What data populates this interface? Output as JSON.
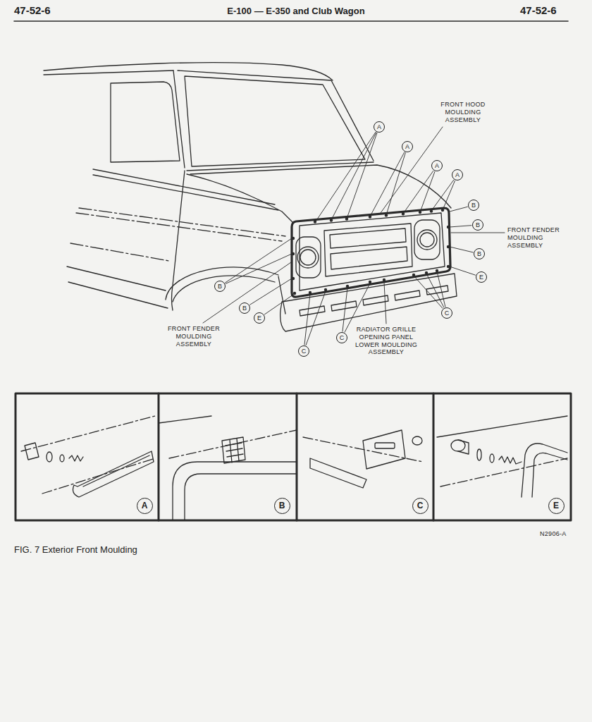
{
  "diagram": {
    "title": "E-100 — E-350 and Club Wagon",
    "caption": "FIG. 7 Exterior Front Moulding",
    "nodes": [
      {
        "text": [
          "A"
        ]
      },
      {
        "text": [
          "A"
        ]
      },
      {
        "text": [
          "A"
        ]
      },
      {
        "text": [
          "A"
        ]
      },
      {
        "text": [
          "B"
        ]
      },
      {
        "text": [
          "B"
        ]
      },
      {
        "text": [
          "B"
        ]
      },
      {
        "text": [
          "E"
        ]
      },
      {
        "text": [
          "B"
        ]
      },
      {
        "text": [
          "B"
        ]
      },
      {
        "text": [
          "C"
        ]
      },
      {
        "text": [
          "E"
        ]
      },
      {
        "text": [
          "C"
        ]
      },
      {
        "text": [
          "C"
        ]
      },
      {
        "text": [
          "A"
        ]
      },
      {
        "text": [
          "B"
        ]
      },
      {
        "text": [
          "C"
        ]
      },
      {
        "text": [
          "E"
        ]
      }
    ],
    "labels": [
      "47-52-6",
      "47-52-6",
      "FRONT HOOD MOULDING ASSEMBLY",
      "FRONT FENDER MOULDING ASSEMBLY",
      "FRONT FENDER MOULDING ASSEMBLY",
      "RADIATOR GRILLE OPENING PANEL LOWER MOULDING ASSEMBLY",
      "N2906-A"
    ]
  }
}
